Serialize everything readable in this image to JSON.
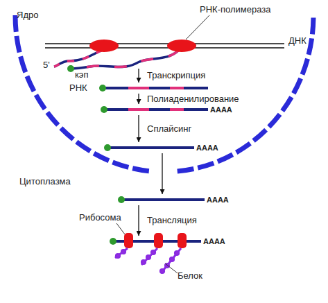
{
  "diagram": {
    "nodes": [
      {
        "text": [
          "ДНК"
        ]
      },
      {
        "text": [
          "РНК"
        ]
      },
      {
        "text": [
          "АААА"
        ]
      },
      {
        "text": [
          "АААА"
        ]
      },
      {
        "text": [
          "АААА"
        ]
      },
      {
        "text": [
          "АААА"
        ]
      }
    ],
    "edges": [
      {
        "from": 0,
        "to": 1,
        "arrow": "to",
        "label": "Транскрипция"
      },
      {
        "from": 1,
        "to": 2,
        "arrow": "to",
        "label": "Полиаденилирование"
      },
      {
        "from": 2,
        "to": 3,
        "arrow": "to",
        "label": "Сплайсинг"
      },
      {
        "from": 3,
        "to": 4,
        "arrow": "to"
      },
      {
        "from": 4,
        "to": 5,
        "arrow": "to",
        "label": "Трансляция"
      }
    ],
    "labels": [
      "Ядро",
      "РНК-полимераза",
      "5'",
      "кэп",
      "Цитоплазма",
      "Рибосома",
      "Белок"
    ]
  }
}
